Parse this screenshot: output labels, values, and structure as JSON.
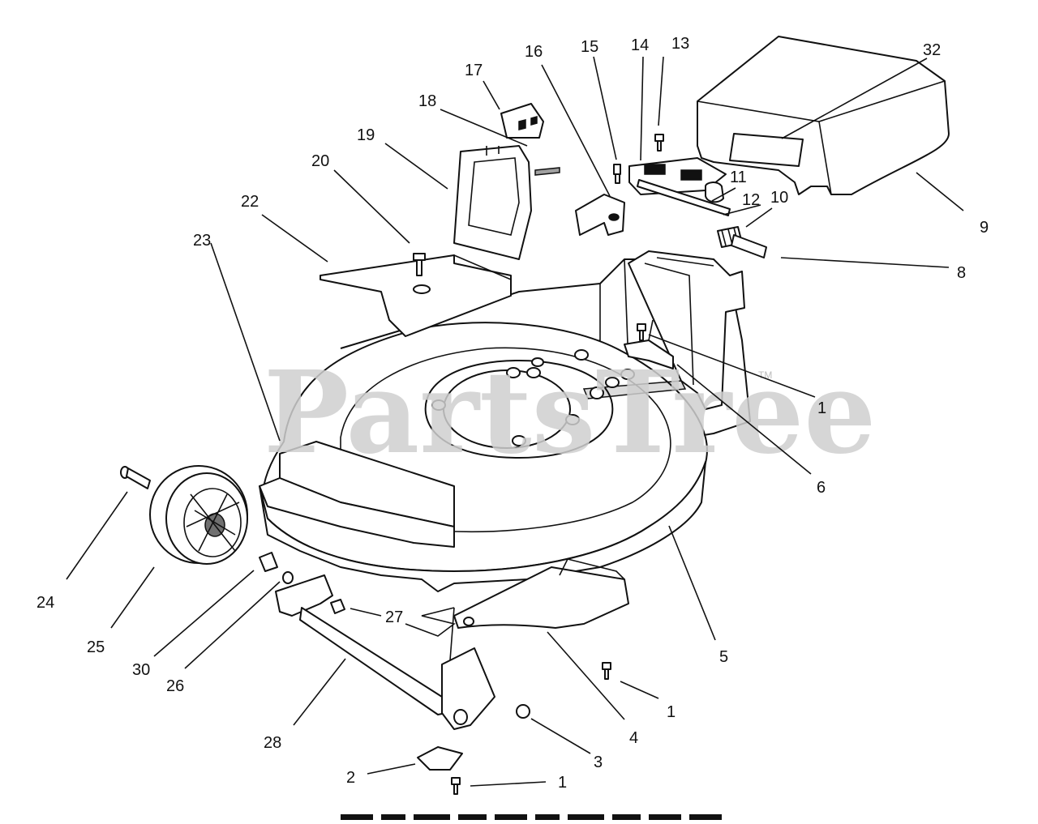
{
  "watermark": {
    "text": "PartsTree",
    "tm": "TM"
  },
  "callouts": [
    {
      "id": "c32",
      "label": "32"
    },
    {
      "id": "c9",
      "label": "9"
    },
    {
      "id": "c13",
      "label": "13"
    },
    {
      "id": "c14",
      "label": "14"
    },
    {
      "id": "c15",
      "label": "15"
    },
    {
      "id": "c16",
      "label": "16"
    },
    {
      "id": "c17",
      "label": "17"
    },
    {
      "id": "c18",
      "label": "18"
    },
    {
      "id": "c19",
      "label": "19"
    },
    {
      "id": "c20",
      "label": "20"
    },
    {
      "id": "c22",
      "label": "22"
    },
    {
      "id": "c23",
      "label": "23"
    },
    {
      "id": "c11",
      "label": "11"
    },
    {
      "id": "c12",
      "label": "12"
    },
    {
      "id": "c10",
      "label": "10"
    },
    {
      "id": "c8",
      "label": "8"
    },
    {
      "id": "c1a",
      "label": "1"
    },
    {
      "id": "c6",
      "label": "6"
    },
    {
      "id": "c5",
      "label": "5"
    },
    {
      "id": "c24",
      "label": "24"
    },
    {
      "id": "c25",
      "label": "25"
    },
    {
      "id": "c30",
      "label": "30"
    },
    {
      "id": "c26",
      "label": "26"
    },
    {
      "id": "c27",
      "label": "27"
    },
    {
      "id": "c28",
      "label": "28"
    },
    {
      "id": "c4",
      "label": "4"
    },
    {
      "id": "c1b",
      "label": "1"
    },
    {
      "id": "c3",
      "label": "3"
    },
    {
      "id": "c2",
      "label": "2"
    },
    {
      "id": "c1c",
      "label": "1"
    }
  ]
}
